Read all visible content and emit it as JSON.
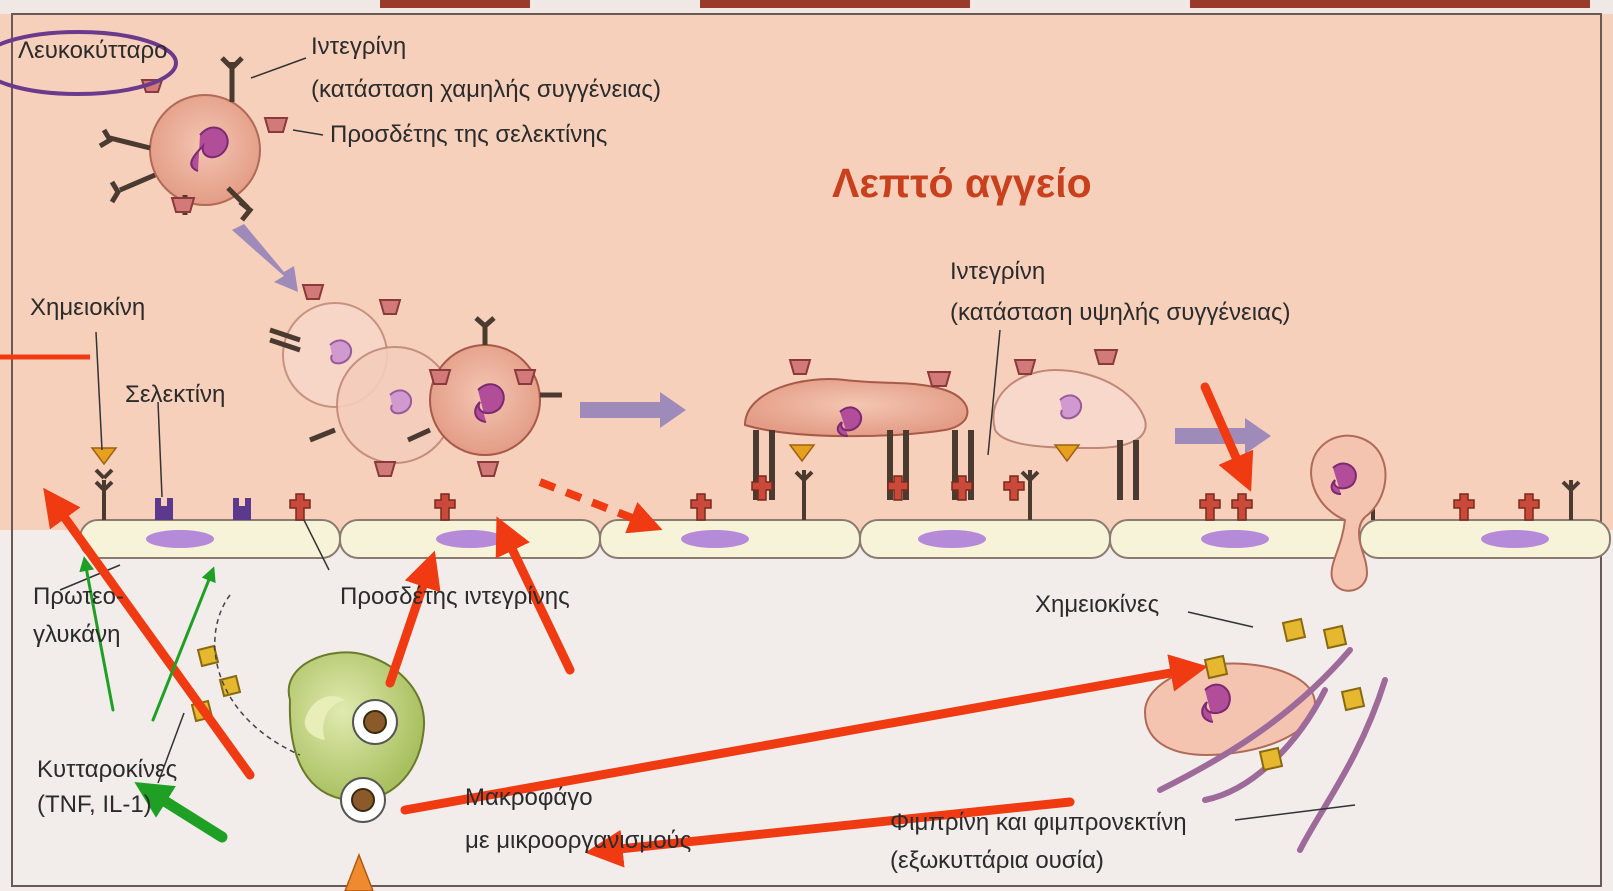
{
  "title": "Λεπτό αγγείο",
  "labels": {
    "leukocyte": "Λευκοκύτταρο",
    "integrin_low": "Ιντεγρίνη",
    "integrin_low_state": "(κατάσταση χαμηλής συγγένειας)",
    "selectin_ligand": "Προσδέτης της σελεκτίνης",
    "chemokine": "Χημειοκίνη",
    "selectin": "Σελεκτίνη",
    "integrin_high": "Ιντεγρίνη",
    "integrin_high_state": "(κατάσταση υψηλής συγγένειας)",
    "proteoglycan_1": "Πρωτεο-",
    "proteoglycan_2": "γλυκάνη",
    "integrin_ligand": "Προσδέτης ιντεγρίνης",
    "chemokines": "Χημειοκίνες",
    "cytokines": "Κυτταροκίνες",
    "cytokines_list": "(TNF, IL-1)",
    "macrophage": "Μακροφάγο",
    "macrophage_2": "με μικροοργανισμούς",
    "fibrin": "Φιμπρίνη και φιμπρονεκτίνη",
    "fibrin_2": "(εξωκυττάρια ουσία)"
  },
  "colors": {
    "vessel_lumen": "#f7d0bb",
    "tissue": "#f2ecea",
    "annotation_red": "#f03a12",
    "annotation_green": "#1fa024",
    "annotation_purple": "#6b3a8c",
    "title_red": "#c8401c"
  }
}
